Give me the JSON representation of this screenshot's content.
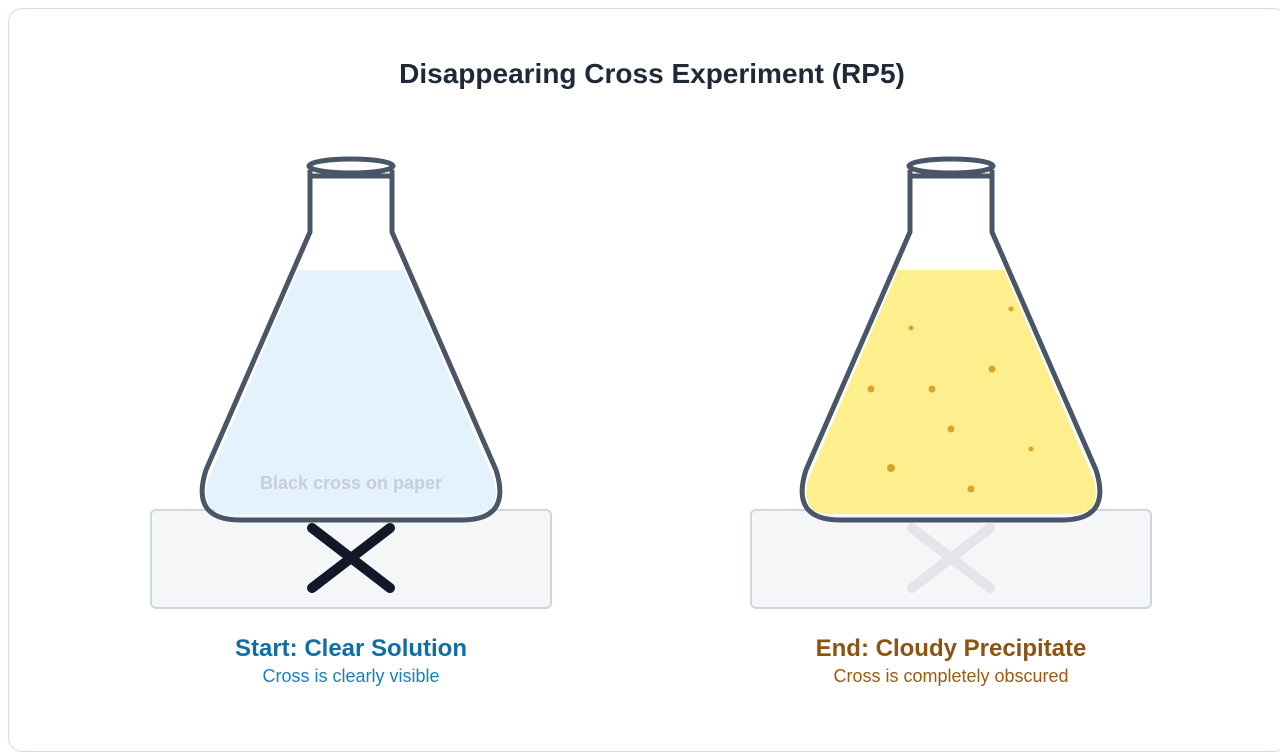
{
  "title": "Disappearing Cross Experiment (RP5)",
  "left_panel": {
    "paper_label": "Black cross on paper",
    "heading": "Start: Clear Solution",
    "subtext": "Cross is clearly visible",
    "colors": {
      "heading": "#0f6ea8",
      "liquid": "#e3f2fc",
      "cross": "#111827"
    }
  },
  "right_panel": {
    "heading": "End: Cloudy Precipitate",
    "subtext": "Cross is completely obscured",
    "colors": {
      "heading": "#8c5412",
      "liquid": "#fdef8e",
      "particles": "#d9a42b",
      "cross": "#e3e5e8"
    }
  },
  "colors": {
    "flask_outline": "#4a5568",
    "paper_fill": "#f5f6f8",
    "paper_border": "#cfd6e0",
    "title": "#1f2937"
  },
  "icons": [
    "conical-flask-icon",
    "cross-mark-icon"
  ]
}
